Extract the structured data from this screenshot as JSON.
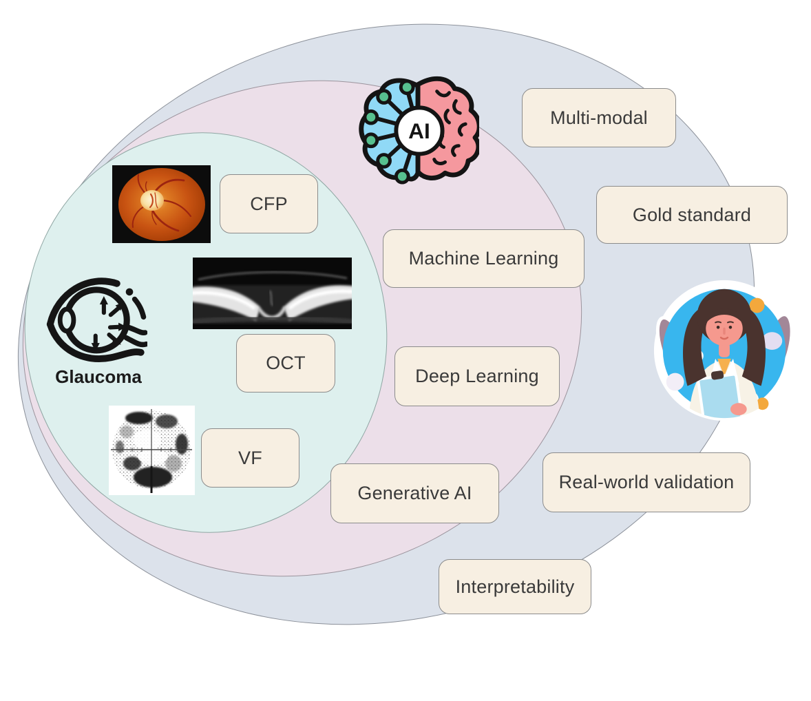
{
  "diagram": {
    "type": "nested-venn",
    "background": "#ffffff"
  },
  "colors": {
    "outer_region_fill": "#dce2eb",
    "middle_region_fill": "#ecdfe9",
    "inner_region_fill": "#def0ee",
    "label_box_fill": "#f7efe2",
    "label_box_border": "#8b8b8b",
    "label_text": "#3a3a3a"
  },
  "inner_region": {
    "title": "Glaucoma",
    "icon": "glaucoma-eye-icon",
    "modalities": [
      {
        "label": "CFP",
        "image": "color-fundus-photograph"
      },
      {
        "label": "OCT",
        "image": "oct-bscan"
      },
      {
        "label": "VF",
        "image": "visual-field-plot"
      }
    ]
  },
  "middle_region": {
    "icon": "ai-brain-icon",
    "icon_badge": "AI",
    "labels": [
      "Machine Learning",
      "Deep Learning",
      "Generative AI"
    ]
  },
  "outer_region": {
    "icon": "clinician-illustration",
    "labels": [
      "Multi-modal",
      "Gold standard",
      "Real-world validation",
      "Interpretability"
    ]
  }
}
